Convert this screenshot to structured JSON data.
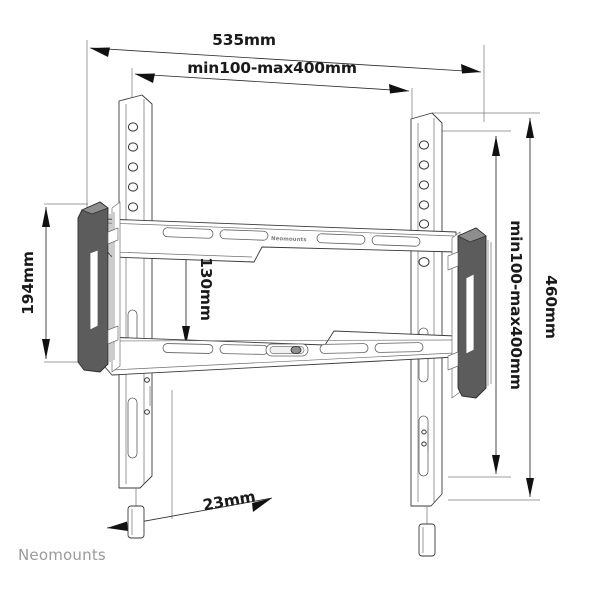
{
  "drawing": {
    "title": "Neomounts flat TV wall mount technical dimension drawing",
    "brand_label": "Neomounts",
    "plate_emboss_label": "Neomounts",
    "dimensions": {
      "total_width": "535mm",
      "vesa_width": "min100-max400mm",
      "vesa_height": "min100-max400mm",
      "total_height": "460mm",
      "pad_height": "194mm",
      "rail_gap": "130mm",
      "depth": "23mm"
    },
    "colors": {
      "line": "#2a2a2a",
      "extension_line": "#7d7d7d",
      "pad_fill": "#5c5c5c",
      "brand_gray": "#9a9a9a",
      "background": "#ffffff"
    },
    "parts": {
      "left_rail_hole_count": "7",
      "right_rail_hole_count": "7",
      "bubble_level": "bubble-level-vial",
      "left_pin": "pull-pin",
      "right_pin": "pull-pin"
    }
  }
}
